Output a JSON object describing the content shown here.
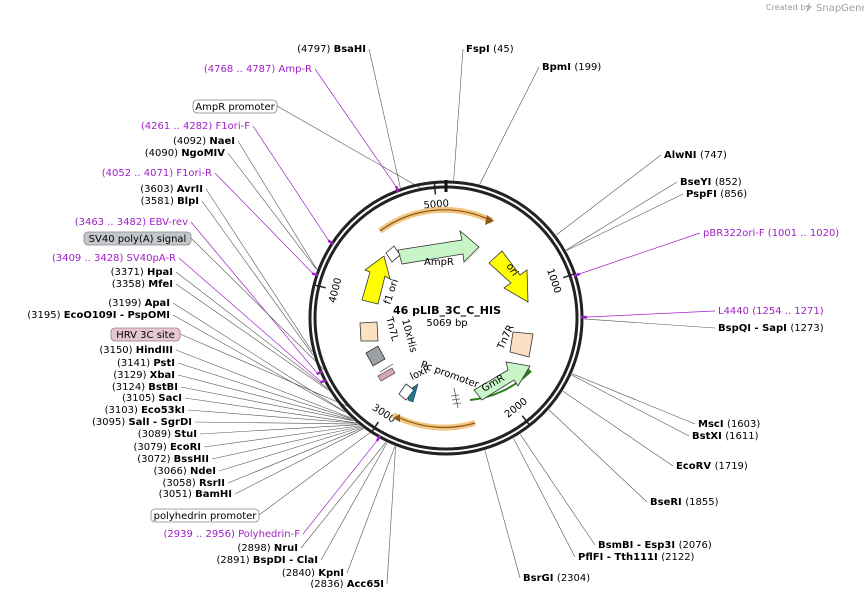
{
  "credit": {
    "prefix": "Created by",
    "brand": "SnapGene"
  },
  "plasmid": {
    "name": "46 pLIB_3C_C_HIS",
    "size": "5069 bp",
    "length": 5069
  },
  "ticks": [
    {
      "bp": 1000,
      "label": "1000"
    },
    {
      "bp": 2000,
      "label": "2000"
    },
    {
      "bp": 3000,
      "label": "3000"
    },
    {
      "bp": 4000,
      "label": "4000"
    },
    {
      "bp": 5000,
      "label": "5000"
    }
  ],
  "sites": [
    {
      "name": "BsaHI",
      "pos": "(4797)",
      "bp": 4797
    },
    {
      "name": "FspI",
      "pos": "(45)",
      "bp": 45
    },
    {
      "name": "BpmI",
      "pos": "(199)",
      "bp": 199
    },
    {
      "name": "AlwNI",
      "pos": "(747)",
      "bp": 747
    },
    {
      "name": "BseYI",
      "pos": "(852)",
      "bp": 852
    },
    {
      "name": "PspFI",
      "pos": "(856)",
      "bp": 856
    },
    {
      "name": "BspQI - SapI",
      "pos": "(1273)",
      "bp": 1273
    },
    {
      "name": "MscI",
      "pos": "(1603)",
      "bp": 1603
    },
    {
      "name": "BstXI",
      "pos": "(1611)",
      "bp": 1611
    },
    {
      "name": "EcoRV",
      "pos": "(1719)",
      "bp": 1719
    },
    {
      "name": "BseRI",
      "pos": "(1855)",
      "bp": 1855
    },
    {
      "name": "BsmBI - Esp3I",
      "pos": "(2076)",
      "bp": 2076
    },
    {
      "name": "PflFI - Tth111I",
      "pos": "(2122)",
      "bp": 2122
    },
    {
      "name": "BsrGI",
      "pos": "(2304)",
      "bp": 2304
    },
    {
      "name": "Acc65I",
      "pos": "(2836)",
      "bp": 2836
    },
    {
      "name": "KpnI",
      "pos": "(2840)",
      "bp": 2840
    },
    {
      "name": "BspDI - ClaI",
      "pos": "(2891)",
      "bp": 2891
    },
    {
      "name": "NruI",
      "pos": "(2898)",
      "bp": 2898
    },
    {
      "name": "BamHI",
      "pos": "(3051)",
      "bp": 3051
    },
    {
      "name": "RsrII",
      "pos": "(3058)",
      "bp": 3058
    },
    {
      "name": "NdeI",
      "pos": "(3066)",
      "bp": 3066
    },
    {
      "name": "BssHII",
      "pos": "(3072)",
      "bp": 3072
    },
    {
      "name": "EcoRI",
      "pos": "(3079)",
      "bp": 3079
    },
    {
      "name": "StuI",
      "pos": "(3089)",
      "bp": 3089
    },
    {
      "name": "SalI - SgrDI",
      "pos": "(3095)",
      "bp": 3095
    },
    {
      "name": "Eco53kI",
      "pos": "(3103)",
      "bp": 3103
    },
    {
      "name": "SacI",
      "pos": "(3105)",
      "bp": 3105
    },
    {
      "name": "BstBI",
      "pos": "(3124)",
      "bp": 3124
    },
    {
      "name": "XbaI",
      "pos": "(3129)",
      "bp": 3129
    },
    {
      "name": "PstI",
      "pos": "(3141)",
      "bp": 3141
    },
    {
      "name": "HindIII",
      "pos": "(3150)",
      "bp": 3150
    },
    {
      "name": "EcoO109I - PspOMI",
      "pos": "(3195)",
      "bp": 3195
    },
    {
      "name": "ApaI",
      "pos": "(3199)",
      "bp": 3199
    },
    {
      "name": "MfeI",
      "pos": "(3358)",
      "bp": 3358
    },
    {
      "name": "HpaI",
      "pos": "(3371)",
      "bp": 3371
    },
    {
      "name": "BlpI",
      "pos": "(3581)",
      "bp": 3581
    },
    {
      "name": "AvrII",
      "pos": "(3603)",
      "bp": 3603
    },
    {
      "name": "NgoMIV",
      "pos": "(4090)",
      "bp": 4090
    },
    {
      "name": "NaeI",
      "pos": "(4092)",
      "bp": 4092
    }
  ],
  "primers": [
    {
      "name": "Amp-R",
      "range": "(4768 .. 4787)",
      "bp": 4777
    },
    {
      "name": "F1ori-F",
      "range": "(4261 .. 4282)",
      "bp": 4271
    },
    {
      "name": "F1ori-R",
      "range": "(4052 .. 4071)",
      "bp": 4061
    },
    {
      "name": "EBV-rev",
      "range": "(3463 .. 3482)",
      "bp": 3472
    },
    {
      "name": "SV40pA-R",
      "range": "(3409 .. 3428)",
      "bp": 3418
    },
    {
      "name": "Polyhedrin-F",
      "range": "(2939 .. 2956)",
      "bp": 2947
    },
    {
      "name": "pBR322ori-F",
      "range": "(1001 .. 1020)",
      "bp": 1010
    },
    {
      "name": "L4440",
      "range": "(1254 .. 1271)",
      "bp": 1262
    }
  ],
  "boxed_features": [
    {
      "name": "AmpR promoter",
      "style": "plain",
      "bp": 4930
    },
    {
      "name": "SV40 poly(A) signal",
      "style": "grey",
      "bp": 3440
    },
    {
      "name": "HRV 3C site",
      "style": "pink",
      "bp": 3180
    },
    {
      "name": "polyhedrin promoter",
      "style": "plain",
      "bp": 2990
    }
  ],
  "inner_features": [
    {
      "name": "AmpR"
    },
    {
      "name": "ori"
    },
    {
      "name": "f1 ori"
    },
    {
      "name": "Tn7R"
    },
    {
      "name": "GmR"
    },
    {
      "name": "Pc promoter"
    },
    {
      "name": "loxP"
    },
    {
      "name": "10xHis"
    },
    {
      "name": "Tn7L"
    }
  ],
  "colors": {
    "ampR": "#c8f5c8",
    "ori": "#ffff00",
    "f1ori": "#ffff00",
    "gmR": "#c8f5c8",
    "tn7": "#fbe0c4",
    "primer": "#a020c8",
    "orf_band": "#f3c581",
    "backbone": "#222222"
  }
}
